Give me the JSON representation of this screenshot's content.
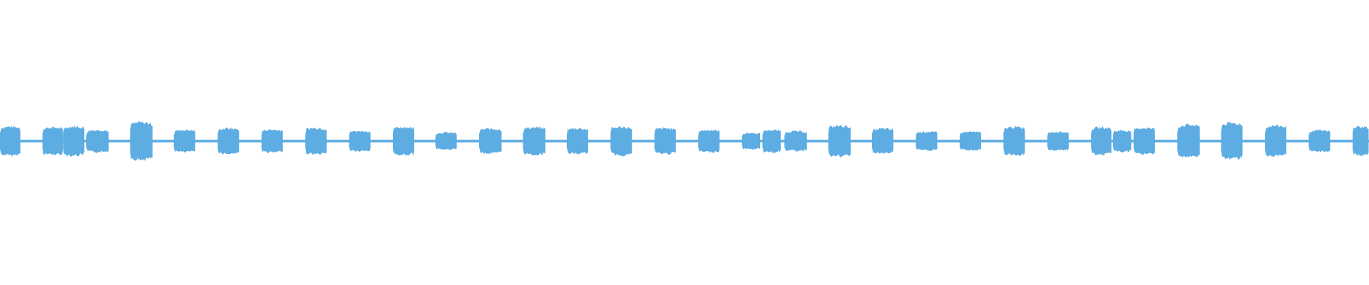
{
  "waveform": {
    "color": "#5dade2",
    "background": "#ffffff",
    "baseline_amplitude": 0.03,
    "bursts": [
      {
        "start": 0.0,
        "end": 0.015,
        "amplitude": 0.34
      },
      {
        "start": 0.031,
        "end": 0.046,
        "amplitude": 0.32
      },
      {
        "start": 0.046,
        "end": 0.062,
        "amplitude": 0.34
      },
      {
        "start": 0.063,
        "end": 0.08,
        "amplitude": 0.26
      },
      {
        "start": 0.095,
        "end": 0.112,
        "amplitude": 0.44
      },
      {
        "start": 0.127,
        "end": 0.143,
        "amplitude": 0.26
      },
      {
        "start": 0.159,
        "end": 0.175,
        "amplitude": 0.3
      },
      {
        "start": 0.191,
        "end": 0.207,
        "amplitude": 0.27
      },
      {
        "start": 0.223,
        "end": 0.239,
        "amplitude": 0.31
      },
      {
        "start": 0.255,
        "end": 0.271,
        "amplitude": 0.24
      },
      {
        "start": 0.287,
        "end": 0.303,
        "amplitude": 0.33
      },
      {
        "start": 0.318,
        "end": 0.334,
        "amplitude": 0.2
      },
      {
        "start": 0.35,
        "end": 0.367,
        "amplitude": 0.29
      },
      {
        "start": 0.382,
        "end": 0.399,
        "amplitude": 0.32
      },
      {
        "start": 0.414,
        "end": 0.43,
        "amplitude": 0.3
      },
      {
        "start": 0.446,
        "end": 0.462,
        "amplitude": 0.33
      },
      {
        "start": 0.478,
        "end": 0.494,
        "amplitude": 0.3
      },
      {
        "start": 0.51,
        "end": 0.526,
        "amplitude": 0.26
      },
      {
        "start": 0.542,
        "end": 0.556,
        "amplitude": 0.19
      },
      {
        "start": 0.557,
        "end": 0.571,
        "amplitude": 0.26
      },
      {
        "start": 0.573,
        "end": 0.59,
        "amplitude": 0.23
      },
      {
        "start": 0.605,
        "end": 0.622,
        "amplitude": 0.36
      },
      {
        "start": 0.637,
        "end": 0.653,
        "amplitude": 0.29
      },
      {
        "start": 0.669,
        "end": 0.685,
        "amplitude": 0.22
      },
      {
        "start": 0.701,
        "end": 0.717,
        "amplitude": 0.22
      },
      {
        "start": 0.733,
        "end": 0.749,
        "amplitude": 0.33
      },
      {
        "start": 0.765,
        "end": 0.781,
        "amplitude": 0.22
      },
      {
        "start": 0.797,
        "end": 0.812,
        "amplitude": 0.32
      },
      {
        "start": 0.813,
        "end": 0.827,
        "amplitude": 0.25
      },
      {
        "start": 0.828,
        "end": 0.844,
        "amplitude": 0.31
      },
      {
        "start": 0.86,
        "end": 0.877,
        "amplitude": 0.38
      },
      {
        "start": 0.892,
        "end": 0.908,
        "amplitude": 0.42
      },
      {
        "start": 0.924,
        "end": 0.94,
        "amplitude": 0.36
      },
      {
        "start": 0.956,
        "end": 0.972,
        "amplitude": 0.25
      },
      {
        "start": 0.988,
        "end": 1.0,
        "amplitude": 0.34
      }
    ]
  }
}
